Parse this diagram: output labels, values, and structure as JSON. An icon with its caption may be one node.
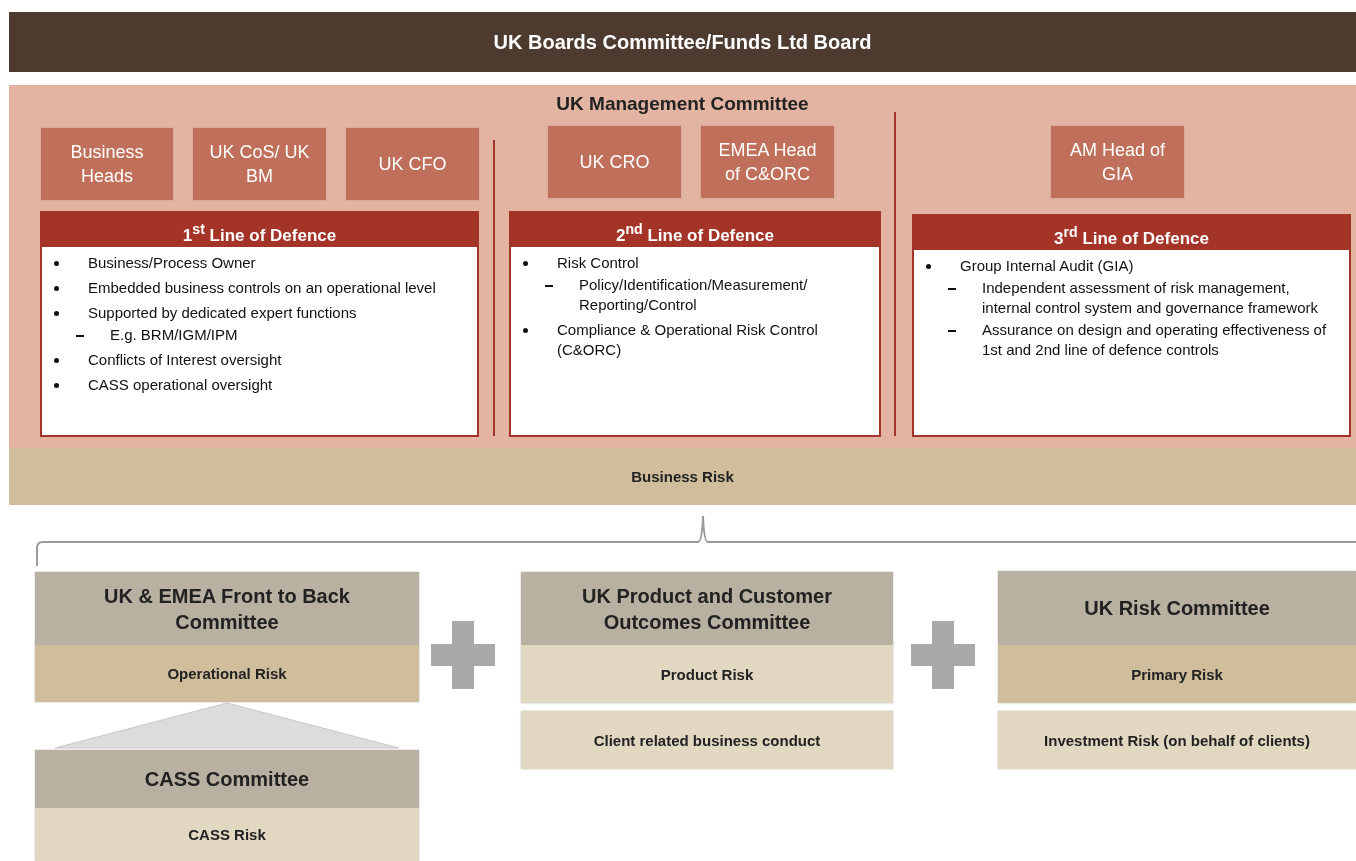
{
  "diagram": {
    "nodes": [
      {
        "text": [
          "UK Boards Committee/Funds Ltd Board"
        ]
      },
      {
        "text": [
          "UK Management Committee"
        ]
      },
      {
        "text": [
          "Business Heads"
        ],
        "in": 1
      },
      {
        "text": [
          "UK CoS/ UK BM"
        ],
        "in": 1
      },
      {
        "text": [
          "UK CFO"
        ],
        "in": 1
      },
      {
        "text": [
          "1$^{st}$ Line of Defence",
          "Business/Process Owner",
          "Embedded business controls on an operational level",
          "Supported by dedicated expert functions",
          "E.g. BRM/IGM/IPM",
          "Conflicts of Interest oversight",
          "CASS operational oversight"
        ],
        "in": 1
      },
      {
        "text": [
          "UK CRO"
        ],
        "in": 1
      },
      {
        "text": [
          "EMEA Head of C&ORC"
        ],
        "in": 1
      },
      {
        "text": [
          "2$^{nd}$ Line of Defence",
          "Risk Control",
          "Policy/Identification/Measurement/ Reporting/Control",
          "Compliance & Operational Risk Control (C&ORC)"
        ],
        "in": 1
      },
      {
        "text": [
          "AM Head of GIA"
        ],
        "in": 1
      },
      {
        "text": [
          "3$^{rd}$ Line of Defence",
          "Group Internal Audit (GIA)",
          "Independent assessment of risk management, internal control system and governance framework",
          "Assurance on design and operating effectiveness of 1st and 2nd line of defence controls"
        ],
        "in": 1
      },
      {
        "text": [
          "Business Risk"
        ]
      },
      {
        "text": [
          "UK & EMEA Front to Back Committee",
          "Operational Risk"
        ]
      },
      {
        "text": [
          "CASS Committee",
          "CASS Risk"
        ]
      },
      {
        "text": [
          "UK Product and Customer Outcomes Committee",
          "Product Risk"
        ]
      },
      {
        "text": [
          "Client related business conduct"
        ]
      },
      {
        "text": [
          "UK Risk Committee",
          "Primary Risk"
        ]
      },
      {
        "text": [
          "Investment Risk (on behalf of clients)"
        ]
      }
    ],
    "edges": [
      {
        "from": 13,
        "to": 12,
        "arrow": "to"
      }
    ]
  }
}
